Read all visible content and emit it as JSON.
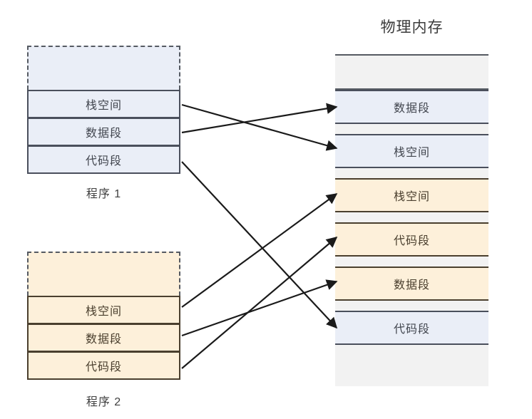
{
  "diagram": {
    "memory_title": "物理内存",
    "segment_labels": {
      "stack": "栈空间",
      "data": "数据段",
      "code": "代码段"
    },
    "colors": {
      "blue_fill": "#eaeef7",
      "blue_border": "#4a4f5c",
      "orange_fill": "#fdf0da",
      "orange_border": "#4a3f2e",
      "free_fill": "#f2f2f2",
      "outline": "#555a62",
      "arrow": "#1a1a1a"
    }
  },
  "programs": [
    {
      "caption": "程序 1",
      "theme": "blue",
      "segments": [
        {
          "label": "栈空间"
        },
        {
          "label": "数据段"
        },
        {
          "label": "代码段"
        }
      ]
    },
    {
      "caption": "程序 2",
      "theme": "orange",
      "segments": [
        {
          "label": "栈空间"
        },
        {
          "label": "数据段"
        },
        {
          "label": "代码段"
        }
      ]
    }
  ],
  "physical_memory": {
    "title": "物理内存",
    "blocks": [
      {
        "label": "",
        "kind": "free"
      },
      {
        "label": "数据段",
        "kind": "blue"
      },
      {
        "label": "",
        "kind": "gap"
      },
      {
        "label": "栈空间",
        "kind": "blue"
      },
      {
        "label": "",
        "kind": "gap"
      },
      {
        "label": "栈空间",
        "kind": "orange"
      },
      {
        "label": "",
        "kind": "gap"
      },
      {
        "label": "代码段",
        "kind": "orange"
      },
      {
        "label": "",
        "kind": "gap"
      },
      {
        "label": "数据段",
        "kind": "orange"
      },
      {
        "label": "",
        "kind": "gap"
      },
      {
        "label": "代码段",
        "kind": "blue"
      },
      {
        "label": "",
        "kind": "free"
      }
    ]
  },
  "mappings": [
    {
      "from": "program1.栈空间",
      "to": "memory.栈空间(blue)"
    },
    {
      "from": "program1.数据段",
      "to": "memory.数据段(blue)"
    },
    {
      "from": "program1.代码段",
      "to": "memory.代码段(blue)"
    },
    {
      "from": "program2.栈空间",
      "to": "memory.栈空间(orange)"
    },
    {
      "from": "program2.数据段",
      "to": "memory.数据段(orange)"
    },
    {
      "from": "program2.代码段",
      "to": "memory.代码段(orange)"
    }
  ]
}
